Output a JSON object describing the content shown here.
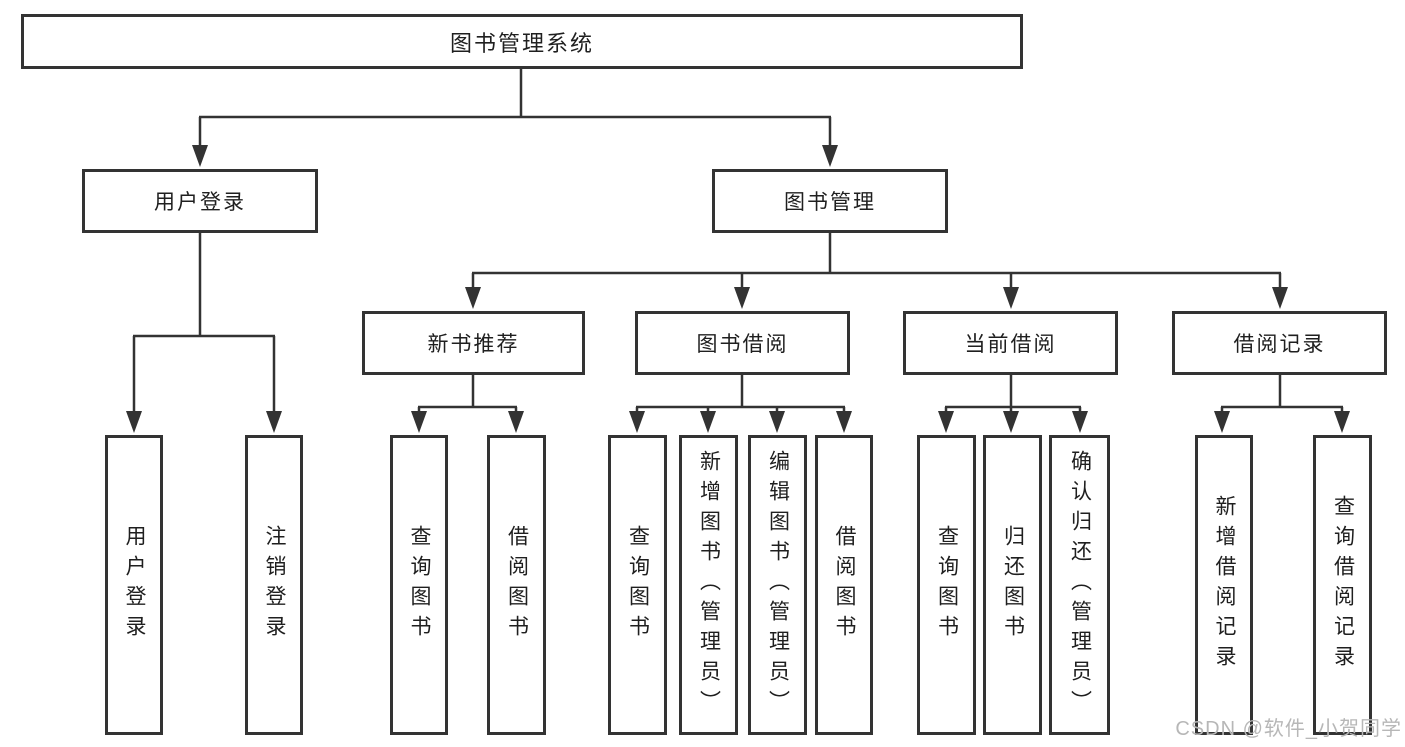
{
  "tree": {
    "label": "图书管理系统",
    "children": [
      {
        "label": "用户登录",
        "children": [
          {
            "label": "用户登录"
          },
          {
            "label": "注销登录"
          }
        ]
      },
      {
        "label": "图书管理",
        "children": [
          {
            "label": "新书推荐",
            "children": [
              {
                "label": "查询图书"
              },
              {
                "label": "借阅图书"
              }
            ]
          },
          {
            "label": "图书借阅",
            "children": [
              {
                "label": "查询图书"
              },
              {
                "label": "新增图书（管理员）"
              },
              {
                "label": "编辑图书（管理员）"
              },
              {
                "label": "借阅图书"
              }
            ]
          },
          {
            "label": "当前借阅",
            "children": [
              {
                "label": "查询图书"
              },
              {
                "label": "归还图书"
              },
              {
                "label": "确认归还（管理员）"
              }
            ]
          },
          {
            "label": "借阅记录",
            "children": [
              {
                "label": "新增借阅记录"
              },
              {
                "label": "查询借阅记录"
              }
            ]
          }
        ]
      }
    ]
  },
  "watermark": {
    "text": "CSDN @软件_小贺同学"
  },
  "colors": {
    "line": "#333333",
    "box_border": "#333333",
    "text": "#1f1f1f",
    "watermark": "#b7b7b7",
    "background": "#ffffff"
  }
}
